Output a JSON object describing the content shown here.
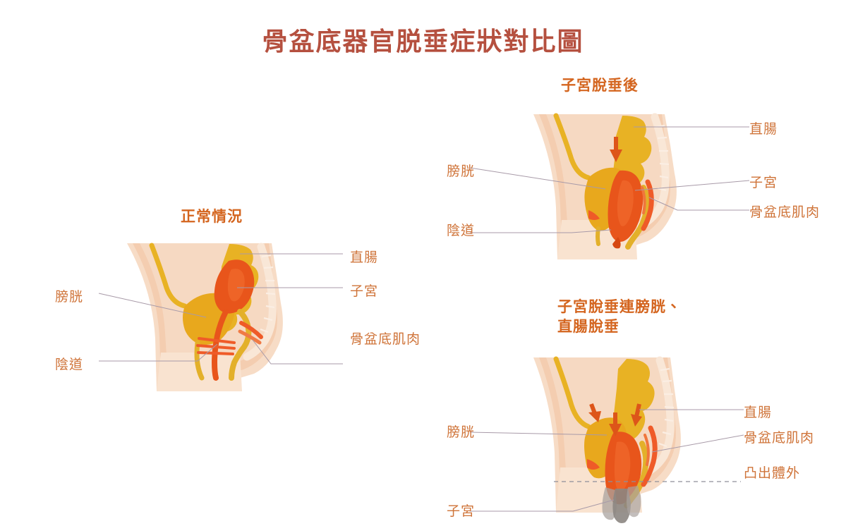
{
  "page": {
    "title": "骨盆底器官脱垂症狀對比圖",
    "background_color": "#ffffff",
    "title_color": "#b5503f"
  },
  "palette": {
    "title": "#b5503f",
    "panel_title": "#d4651f",
    "label_text": "#cf7338",
    "leader_line": "#a89aa8",
    "skin_outer": "#f7dcc6",
    "skin_mid": "#f4cdb0",
    "skin_inner": "#efc0a0",
    "cavity": "#f6d9c2",
    "bladder": "#e8a81d",
    "bladder_light": "#edc14a",
    "uterus": "#e8551b",
    "uterus_shade": "#d64812",
    "rectum": "#e8b224",
    "muscle": "#ef5b28",
    "muscle_dark": "#e0451a",
    "protrusion_gray": "#908b88",
    "arrow": "#dd5519",
    "dashed_guide": "#8f8f9a"
  },
  "panels": [
    {
      "id": "normal",
      "title": "正常情況",
      "labels": [
        {
          "id": "bladder",
          "text": "膀胱",
          "side": "left"
        },
        {
          "id": "vagina",
          "text": "陰道",
          "side": "left"
        },
        {
          "id": "rectum",
          "text": "直腸",
          "side": "right"
        },
        {
          "id": "uterus",
          "text": "子宮",
          "side": "right"
        },
        {
          "id": "pelvic-floor-muscle",
          "text": "骨盆底肌肉",
          "side": "right"
        }
      ],
      "arrows": []
    },
    {
      "id": "uterine-prolapse",
      "title": "子宮脫垂後",
      "labels": [
        {
          "id": "bladder",
          "text": "膀胱",
          "side": "left"
        },
        {
          "id": "vagina",
          "text": "陰道",
          "side": "left"
        },
        {
          "id": "rectum",
          "text": "直腸",
          "side": "right"
        },
        {
          "id": "uterus",
          "text": "子宮",
          "side": "right"
        },
        {
          "id": "pelvic-floor-muscle",
          "text": "骨盆底肌肉",
          "side": "right"
        }
      ],
      "arrows": [
        {
          "id": "descent-arrow-1",
          "direction": "down"
        }
      ]
    },
    {
      "id": "combined-prolapse",
      "title": "子宮脫垂連膀胱、\n直腸脫垂",
      "labels": [
        {
          "id": "bladder",
          "text": "膀胱",
          "side": "left"
        },
        {
          "id": "uterus",
          "text": "子宮",
          "side": "left"
        },
        {
          "id": "rectum",
          "text": "直腸",
          "side": "right"
        },
        {
          "id": "pelvic-floor-muscle",
          "text": "骨盆底肌肉",
          "side": "right"
        },
        {
          "id": "protrudes-outside",
          "text": "凸出體外",
          "side": "right"
        }
      ],
      "arrows": [
        {
          "id": "descent-arrow-1",
          "direction": "down"
        },
        {
          "id": "descent-arrow-2",
          "direction": "down"
        },
        {
          "id": "descent-arrow-3",
          "direction": "down"
        }
      ]
    }
  ]
}
